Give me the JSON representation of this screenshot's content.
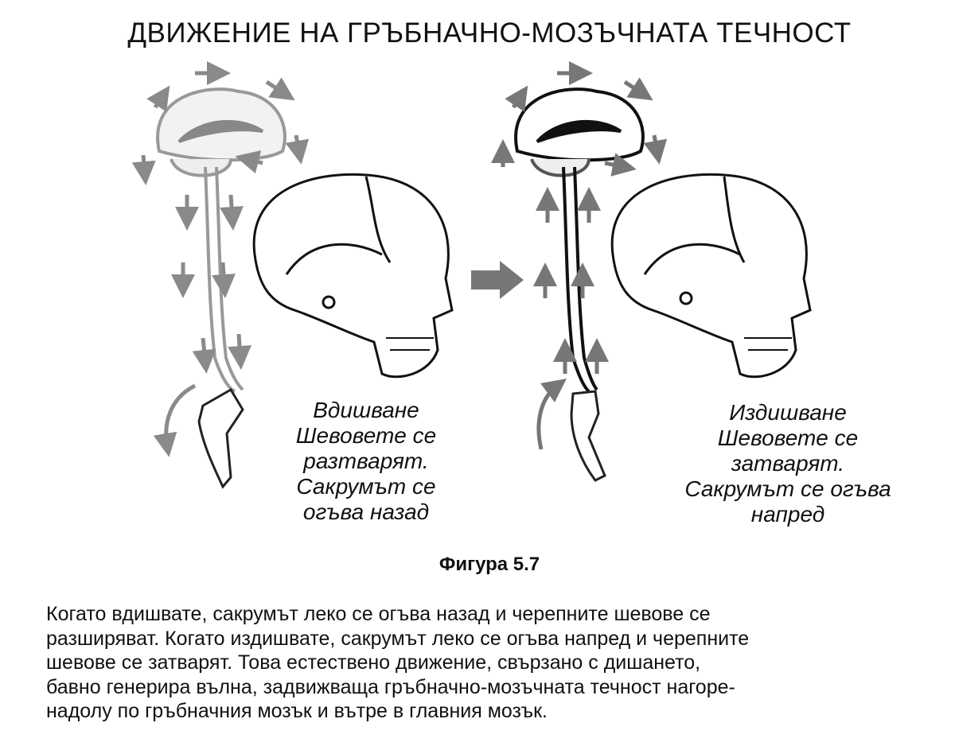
{
  "title": "ДВИЖЕНИЕ НА ГРЪБНАЧНО-МОЗЪЧНАТА ТЕЧНОСТ",
  "panels": [
    {
      "state": "inhale",
      "label_lines": [
        "Вдишване",
        "Шевовете се",
        "разтварят.",
        "Сакрумът се",
        "огъва назад"
      ],
      "tone": "#8a8a8a"
    },
    {
      "state": "exhale",
      "label_lines": [
        "Издишване",
        "Шевовете се",
        "затварят.",
        "Сакрумът се огъва",
        "напред"
      ],
      "tone": "#111111"
    }
  ],
  "figure_label": "Фигура 5.7",
  "caption_lines": [
    "Когато вдишвате, сакрумът леко се огъва назад и черепните шевове се",
    "разширяват. Когато издишвате, сакрумът леко се огъва напред и черепните",
    "шевове се затварят. Това естествено движение, свързано с дишането,",
    "бавно генерира вълна, задвижваща гръбначно-мозъчната течност нагоре-",
    "надолу по гръбначния мозък и вътре в главния мозък."
  ]
}
